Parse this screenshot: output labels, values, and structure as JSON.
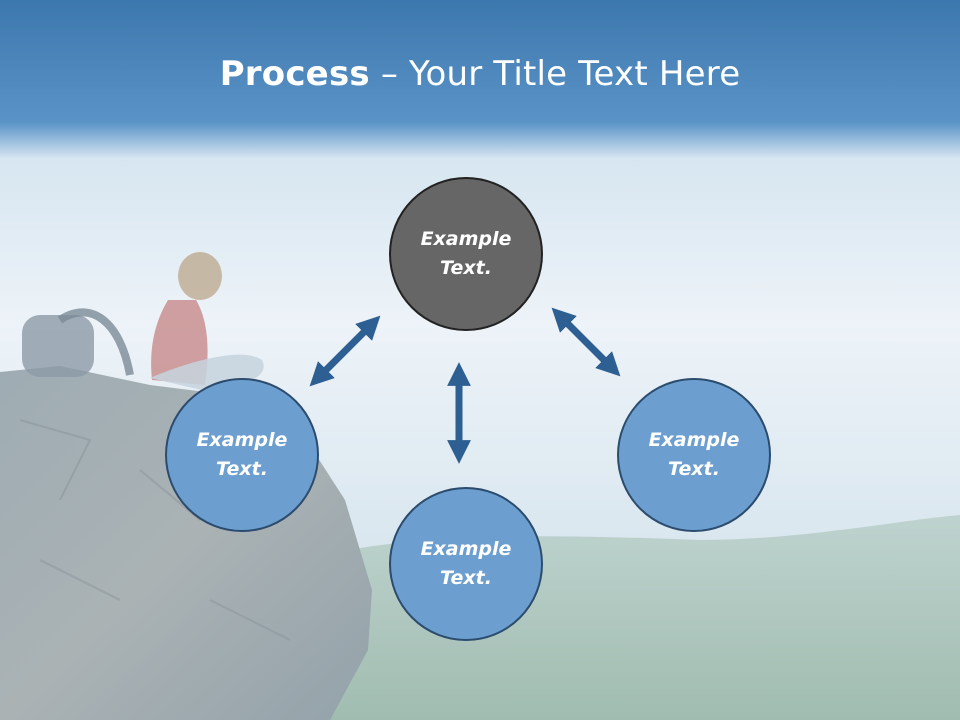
{
  "slide": {
    "title_bold": "Process",
    "title_rest": " – Your Title Text Here"
  },
  "nodes": {
    "top": "Example Text.",
    "left": "Example Text.",
    "bottom": "Example Text.",
    "right": "Example Text."
  },
  "colors": {
    "header": "#4f87bd",
    "node_fill": "#6c9fcf",
    "node_center": "#666666",
    "arrow": "#2e5f92"
  }
}
